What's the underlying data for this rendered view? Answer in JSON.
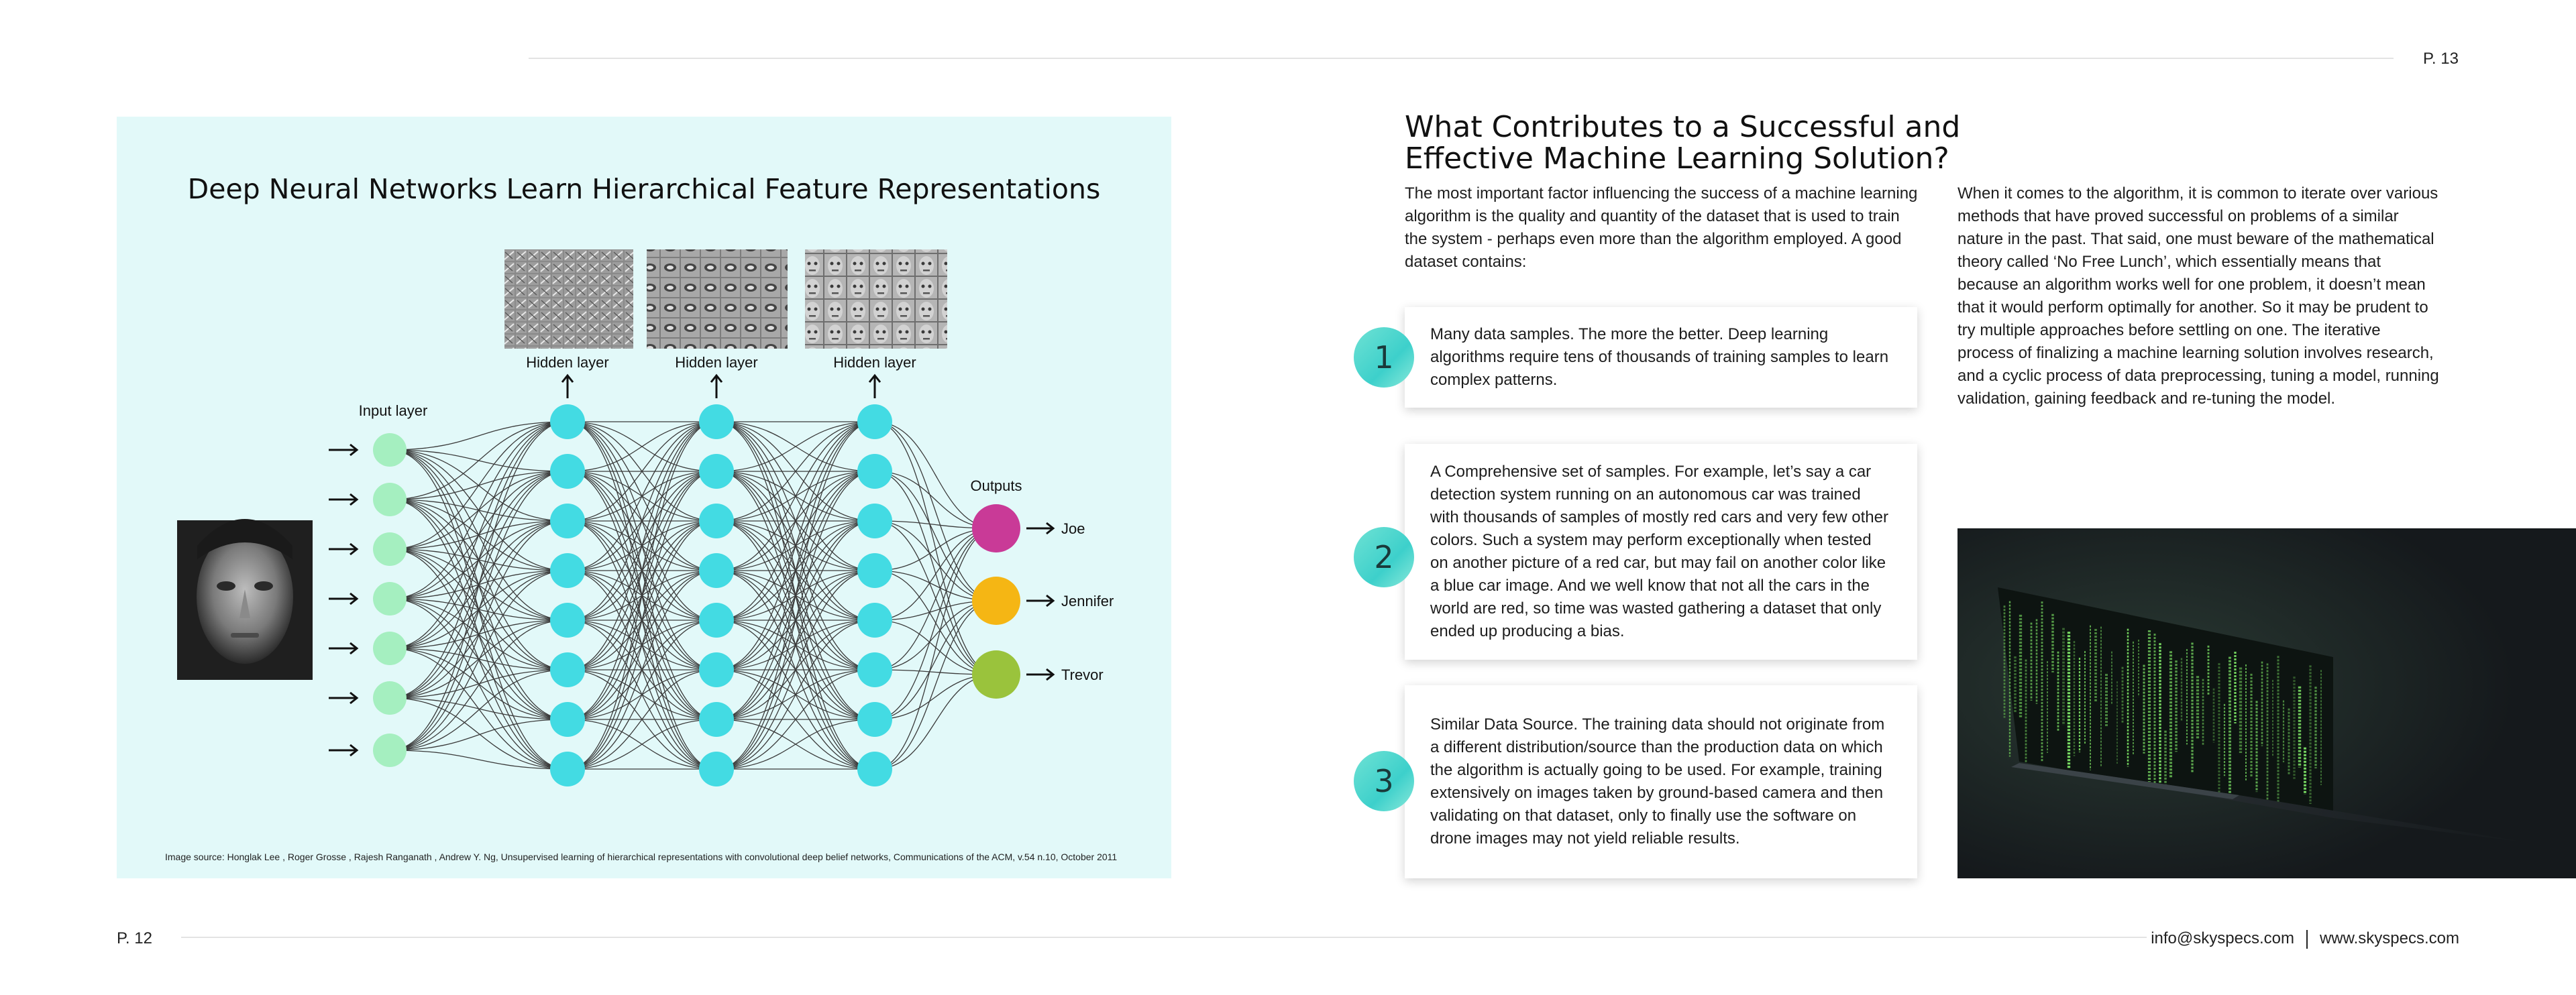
{
  "header": {
    "page_right": "P. 13"
  },
  "footer": {
    "page_left": "P. 12",
    "email": "info@skyspecs.com",
    "separator": "|",
    "website": "www.skyspecs.com"
  },
  "figure": {
    "title": "Deep Neural Networks Learn Hierarchical Feature Representations",
    "input_label": "Input layer",
    "hidden_labels": [
      "Hidden layer",
      "Hidden layer",
      "Hidden layer"
    ],
    "outputs_label": "Outputs",
    "outputs": [
      {
        "name": "Joe",
        "color": "#c93a97"
      },
      {
        "name": "Jennifer",
        "color": "#f5b614"
      },
      {
        "name": "Trevor",
        "color": "#9ac33c"
      }
    ],
    "input_node_color": "#a5efc0",
    "hidden_node_color": "#43dbe3",
    "source": "Image source: Honglak Lee , Roger Grosse , Rajesh Ranganath , Andrew Y. Ng, Unsupervised learning of hierarchical representations with convolutional deep belief networks, Communications of the ACM, v.54 n.10, October 2011"
  },
  "article": {
    "heading": "What Contributes to a Successful and Effective Machine Learning Solution?",
    "intro": "The most important factor influencing the success of a machine learning algorithm is the quality and quantity of the dataset that is used to train the system - perhaps even more than the algorithm employed. A good dataset contains:",
    "points": [
      {
        "number": "1",
        "text": "Many data samples. The more the better. Deep learning algorithms require tens of thousands of training samples to learn complex patterns."
      },
      {
        "number": "2",
        "text": "A Comprehensive set of samples. For example, let’s say a car detection system running on an autonomous car was trained with thousands of samples of mostly red cars and very few other colors. Such a system may perform exceptionally when tested on another picture of a red car, but may fail on another color like a blue car image. And we well know that not all the cars in the world are red, so time was wasted gathering a dataset that only ended up producing a bias."
      },
      {
        "number": "3",
        "text": "Similar Data Source. The training data should not originate from a different distribution/source than the production data on which the algorithm is actually going to be used. For example, training extensively on images taken by ground-based camera and then validating on that dataset, only to finally use the software on drone images may not yield reliable results."
      }
    ],
    "right_paragraph": "When it comes to the algorithm, it is common to iterate over various methods that have proved successful on problems of a similar nature in the past. That said, one must beware of the mathematical theory called ‘No Free Lunch’, which essentially means that because an algorithm works well for one problem, it doesn’t mean that it would perform optimally for another. So it may be prudent to try multiple approaches before settling on one. The iterative process of finalizing a machine learning solution involves research, and a cyclic process of data preprocessing, tuning a model, running validation, gaining feedback and re-tuning the model."
  }
}
